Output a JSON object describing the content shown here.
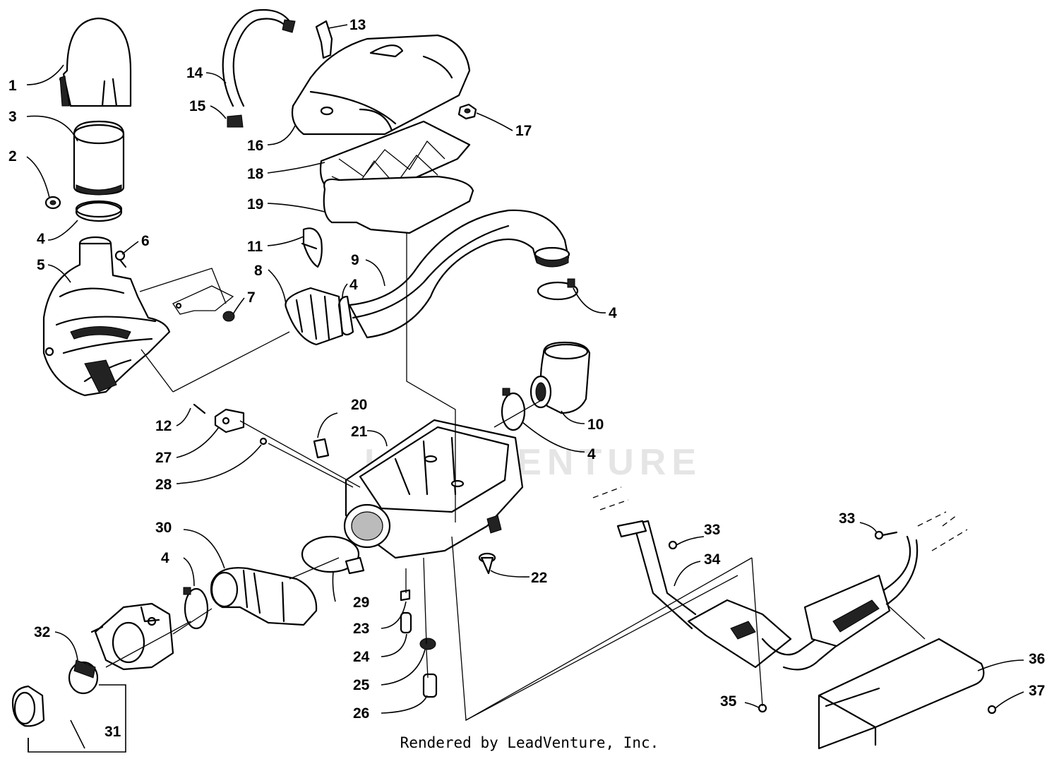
{
  "footer": "Rendered by LeadVenture, Inc.",
  "watermark": "LEADVENTURE",
  "callouts": [
    "1",
    "2",
    "3",
    "4",
    "5",
    "6",
    "7",
    "8",
    "9",
    "10",
    "11",
    "12",
    "13",
    "14",
    "15",
    "16",
    "17",
    "18",
    "19",
    "20",
    "21",
    "22",
    "23",
    "24",
    "25",
    "26",
    "27",
    "28",
    "29",
    "30",
    "31",
    "32",
    "33",
    "34",
    "35",
    "36",
    "37"
  ],
  "callout_labels": {
    "c1": "1",
    "c2": "2",
    "c3": "3",
    "c4a": "4",
    "c5": "5",
    "c6": "6",
    "c7": "7",
    "c8": "8",
    "c9": "9",
    "c4b": "4",
    "c4c": "4",
    "c10": "10",
    "c11": "11",
    "c12": "12",
    "c13": "13",
    "c14": "14",
    "c15": "15",
    "c16": "16",
    "c17": "17",
    "c18": "18",
    "c19": "19",
    "c20": "20",
    "c21": "21",
    "c22": "22",
    "c23": "23",
    "c24": "24",
    "c25": "25",
    "c26": "26",
    "c27": "27",
    "c28": "28",
    "c29": "29",
    "c30": "30",
    "c4d": "4",
    "c4e": "4",
    "c31": "31",
    "c32": "32",
    "c33a": "33",
    "c33b": "33",
    "c34": "34",
    "c35": "35",
    "c36": "36",
    "c37": "37"
  }
}
